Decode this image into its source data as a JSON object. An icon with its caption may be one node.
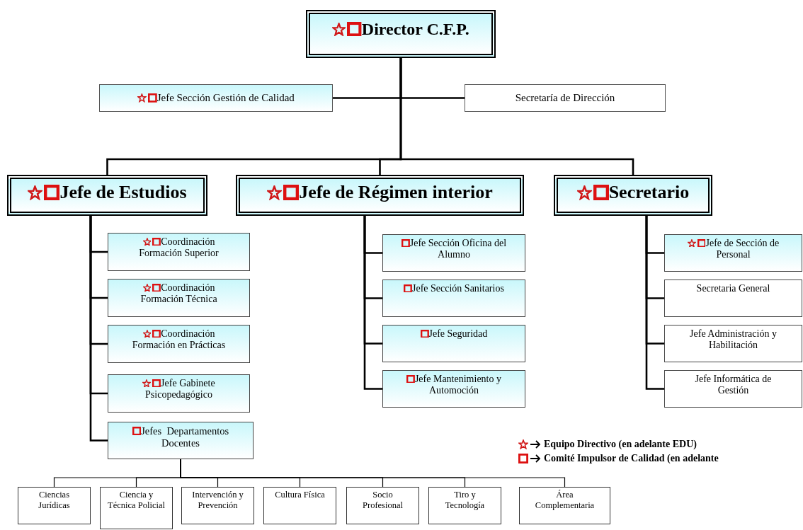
{
  "diagram": {
    "nodes": [
      {
        "text": [
          "Director C.F.P."
        ]
      },
      {
        "text": [
          "Jefe Sección Gestión de Calidad"
        ]
      },
      {
        "text": [
          "Secretaría de Dirección"
        ]
      },
      {
        "text": [
          "Jefe de Estudios"
        ]
      },
      {
        "text": [
          "Jefe de Régimen interior"
        ]
      },
      {
        "text": [
          "Secretario"
        ]
      },
      {
        "text": [
          "Coordinación Formación Superior"
        ]
      },
      {
        "text": [
          "Coordinación Formación Técnica"
        ]
      },
      {
        "text": [
          "Coordinación Formación en Prácticas"
        ]
      },
      {
        "text": [
          "Jefe Gabinete Psicopedagógico"
        ]
      },
      {
        "text": [
          "Jefes  Departamentos Docentes"
        ]
      },
      {
        "text": [
          "Jefe Sección Oficina del Alumno"
        ]
      },
      {
        "text": [
          "Jefe Sección Sanitarios"
        ]
      },
      {
        "text": [
          "Jefe Seguridad"
        ]
      },
      {
        "text": [
          "Jefe Mantenimiento y Automoción"
        ]
      },
      {
        "text": [
          "Jefe de Sección de Personal"
        ]
      },
      {
        "text": [
          "Secretaria General"
        ]
      },
      {
        "text": [
          "Jefe Administración y Habilitación"
        ]
      },
      {
        "text": [
          "Jefe Informática de Gestión"
        ]
      },
      {
        "text": [
          "Ciencias Jurídicas"
        ]
      },
      {
        "text": [
          "Ciencia y Técnica Policial"
        ]
      },
      {
        "text": [
          "Intervención y Prevención"
        ]
      },
      {
        "text": [
          "Cultura Física"
        ]
      },
      {
        "text": [
          "Socio Profesional"
        ]
      },
      {
        "text": [
          "Tiro y Tecnología"
        ]
      },
      {
        "text": [
          "Área Complementaria"
        ]
      }
    ],
    "edges": [
      {
        "from": 0,
        "to": 1,
        "arrow": "none"
      },
      {
        "from": 0,
        "to": 2,
        "arrow": "none"
      },
      {
        "from": 0,
        "to": 3,
        "arrow": "none"
      },
      {
        "from": 0,
        "to": 4,
        "arrow": "none"
      },
      {
        "from": 0,
        "to": 5,
        "arrow": "none"
      },
      {
        "from": 3,
        "to": 6,
        "arrow": "none"
      },
      {
        "from": 3,
        "to": 7,
        "arrow": "none"
      },
      {
        "from": 3,
        "to": 8,
        "arrow": "none"
      },
      {
        "from": 3,
        "to": 9,
        "arrow": "none"
      },
      {
        "from": 3,
        "to": 10,
        "arrow": "none"
      },
      {
        "from": 4,
        "to": 11,
        "arrow": "none"
      },
      {
        "from": 4,
        "to": 12,
        "arrow": "none"
      },
      {
        "from": 4,
        "to": 13,
        "arrow": "none"
      },
      {
        "from": 4,
        "to": 14,
        "arrow": "none"
      },
      {
        "from": 5,
        "to": 15,
        "arrow": "none"
      },
      {
        "from": 5,
        "to": 16,
        "arrow": "none"
      },
      {
        "from": 5,
        "to": 17,
        "arrow": "none"
      },
      {
        "from": 5,
        "to": 18,
        "arrow": "none"
      },
      {
        "from": 10,
        "to": 19,
        "arrow": "none"
      },
      {
        "from": 10,
        "to": 20,
        "arrow": "none"
      },
      {
        "from": 10,
        "to": 21,
        "arrow": "none"
      },
      {
        "from": 10,
        "to": 22,
        "arrow": "none"
      },
      {
        "from": 10,
        "to": 23,
        "arrow": "none"
      },
      {
        "from": 10,
        "to": 24,
        "arrow": "none"
      },
      {
        "from": 10,
        "to": 25,
        "arrow": "none"
      }
    ],
    "legend": [
      {
        "text": "Equipo Directivo (en adelante EDU)"
      },
      {
        "text": "Comité Impulsor de Calidad (en adelante"
      }
    ]
  }
}
